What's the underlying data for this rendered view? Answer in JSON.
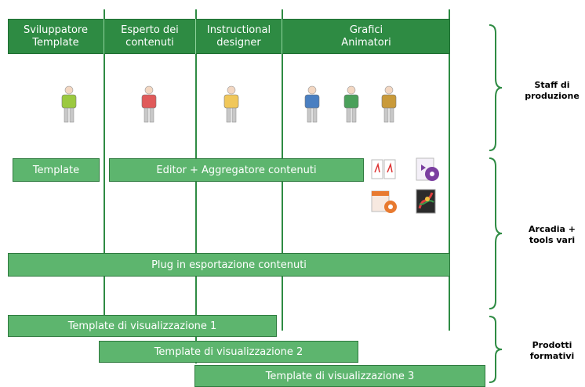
{
  "roles": [
    {
      "label": "Sviluppatore\nTemplate"
    },
    {
      "label": "Esperto dei\ncontenuti"
    },
    {
      "label": "Instructional\ndesigner"
    },
    {
      "label": "Grafici\nAnimatori"
    }
  ],
  "people": [
    {
      "color": "#9bc93f"
    },
    {
      "color": "#e05a5a"
    },
    {
      "color": "#f0c75a"
    },
    {
      "color": "#4a7fc1"
    },
    {
      "color": "#4aa05a"
    },
    {
      "color": "#c99a3a"
    }
  ],
  "bars": {
    "template": "Template",
    "editor": "Editor + Aggregatore contenuti",
    "plugin": "Plug in esportazione contenuti",
    "vis1": "Template di visualizzazione 1",
    "vis2": "Template di visualizzazione  2",
    "vis3": "Template di visualizzazione 3"
  },
  "groups": {
    "staff": "Staff di\nproduzione",
    "tools": "Arcadia +\ntools vari",
    "products": "Prodotti\nformativi"
  },
  "colors": {
    "dark_green": "#2e8b43",
    "bar_green": "#5db56e"
  }
}
